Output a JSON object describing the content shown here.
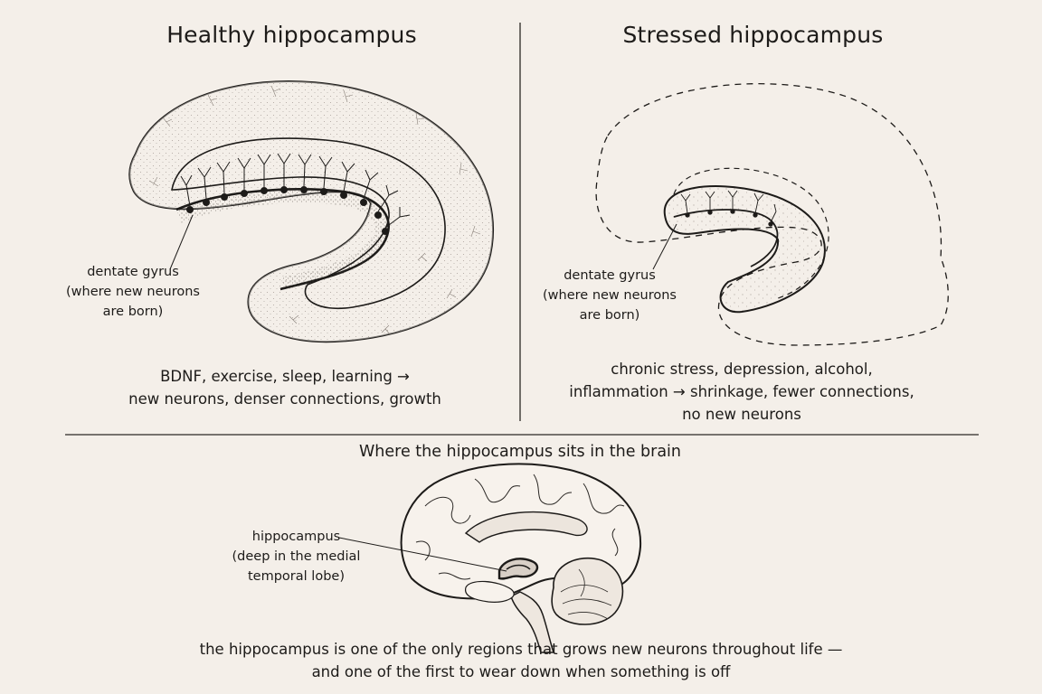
{
  "healthy": {
    "title": "Healthy hippocampus",
    "label_lines": [
      "dentate gyrus",
      "(where new neurons",
      "are born)"
    ],
    "caption_lines": [
      "BDNF, exercise, sleep, learning →",
      "new neurons, denser connections, growth"
    ]
  },
  "stressed": {
    "title": "Stressed hippocampus",
    "label_lines": [
      "dentate gyrus",
      "(where new neurons",
      "are born)"
    ],
    "caption_lines": [
      "chronic stress, depression, alcohol,",
      "inflammation → shrinkage, fewer connections,",
      "no new neurons"
    ]
  },
  "brain": {
    "title": "Where the hippocampus sits in the brain",
    "label_lines": [
      "hippocampus",
      "(deep in the medial",
      "temporal lobe)"
    ]
  },
  "footer": {
    "lines": [
      "the hippocampus is one of the only regions that grows new neurons throughout life —",
      "and one of the first to wear down when something is off"
    ]
  }
}
